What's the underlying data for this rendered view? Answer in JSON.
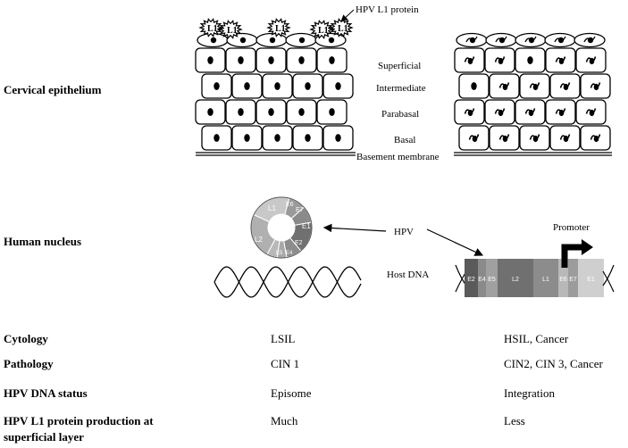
{
  "rows": {
    "epithelium": "Cervical epithelium",
    "nucleus": "Human nucleus"
  },
  "labels": {
    "hpv_l1_protein": "HPV L1 protein",
    "superficial": "Superficial",
    "intermediate": "Intermediate",
    "parabasal": "Parabasal",
    "basal": "Basal",
    "basement_membrane": "Basement membrane",
    "hpv": "HPV",
    "host_dna": "Host DNA",
    "promoter": "Promoter",
    "l1_mark": "L1"
  },
  "episome_genes": {
    "l1": "L1",
    "l2": "L2",
    "e6": "E6",
    "e7": "E7",
    "e1": "E1",
    "e2": "E2",
    "e4": "E4",
    "e5": "E5"
  },
  "integrated_genes": [
    "E2",
    "E4",
    "E5",
    "L2",
    "L1",
    "E6",
    "E7",
    "E1"
  ],
  "table": [
    {
      "label": "Cytology",
      "left": "LSIL",
      "right": "HSIL, Cancer"
    },
    {
      "label": "Pathology",
      "left": "CIN 1",
      "right": "CIN2, CIN 3, Cancer"
    },
    {
      "label": "HPV DNA status",
      "left": "Episome",
      "right": "Integration"
    },
    {
      "label": "HPV L1 protein production at",
      "label2": "superficial layer",
      "left": "Much",
      "right": "Less"
    }
  ]
}
